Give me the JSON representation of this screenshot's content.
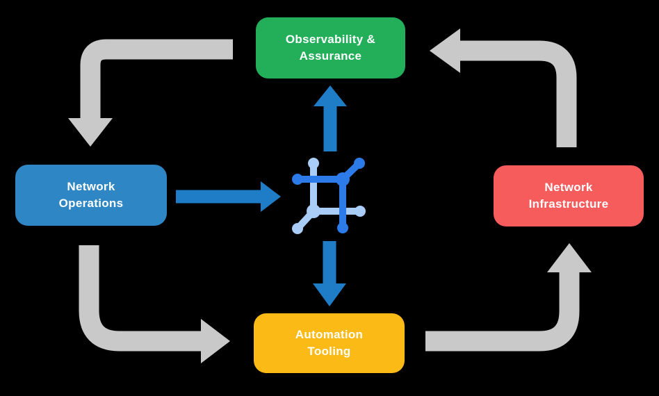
{
  "canvas": {
    "background": "#000000",
    "text_color": "#FFFFFF"
  },
  "nodes": {
    "observability": {
      "lines": [
        "Observability &",
        "Assurance"
      ],
      "color": "#23AF5A"
    },
    "operations": {
      "lines": [
        "Network",
        "Operations"
      ],
      "color": "#2E86C5"
    },
    "infrastructure": {
      "lines": [
        "Network",
        "Infrastructure"
      ],
      "color": "#F75C5C"
    },
    "automation": {
      "lines": [
        "Automation",
        "Tooling"
      ],
      "color": "#FBBA16"
    }
  },
  "arrows": {
    "cycle_color": "#C9C9C9",
    "hub_color": "#1E7DC6",
    "cycle": [
      {
        "from": "observability-assurance",
        "to": "network-operations"
      },
      {
        "from": "network-operations",
        "to": "automation-tooling"
      },
      {
        "from": "automation-tooling",
        "to": "network-infrastructure"
      },
      {
        "from": "network-infrastructure",
        "to": "observability-assurance"
      }
    ],
    "hub": [
      {
        "from": "network-operations",
        "to": "center-network-icon"
      },
      {
        "from": "center-network-icon",
        "to": "observability-assurance"
      },
      {
        "from": "center-network-icon",
        "to": "automation-tooling"
      }
    ]
  },
  "icon": {
    "name": "network-hub-icon",
    "dark_blue": "#2C7BE8",
    "light_blue": "#A9CDF6"
  }
}
